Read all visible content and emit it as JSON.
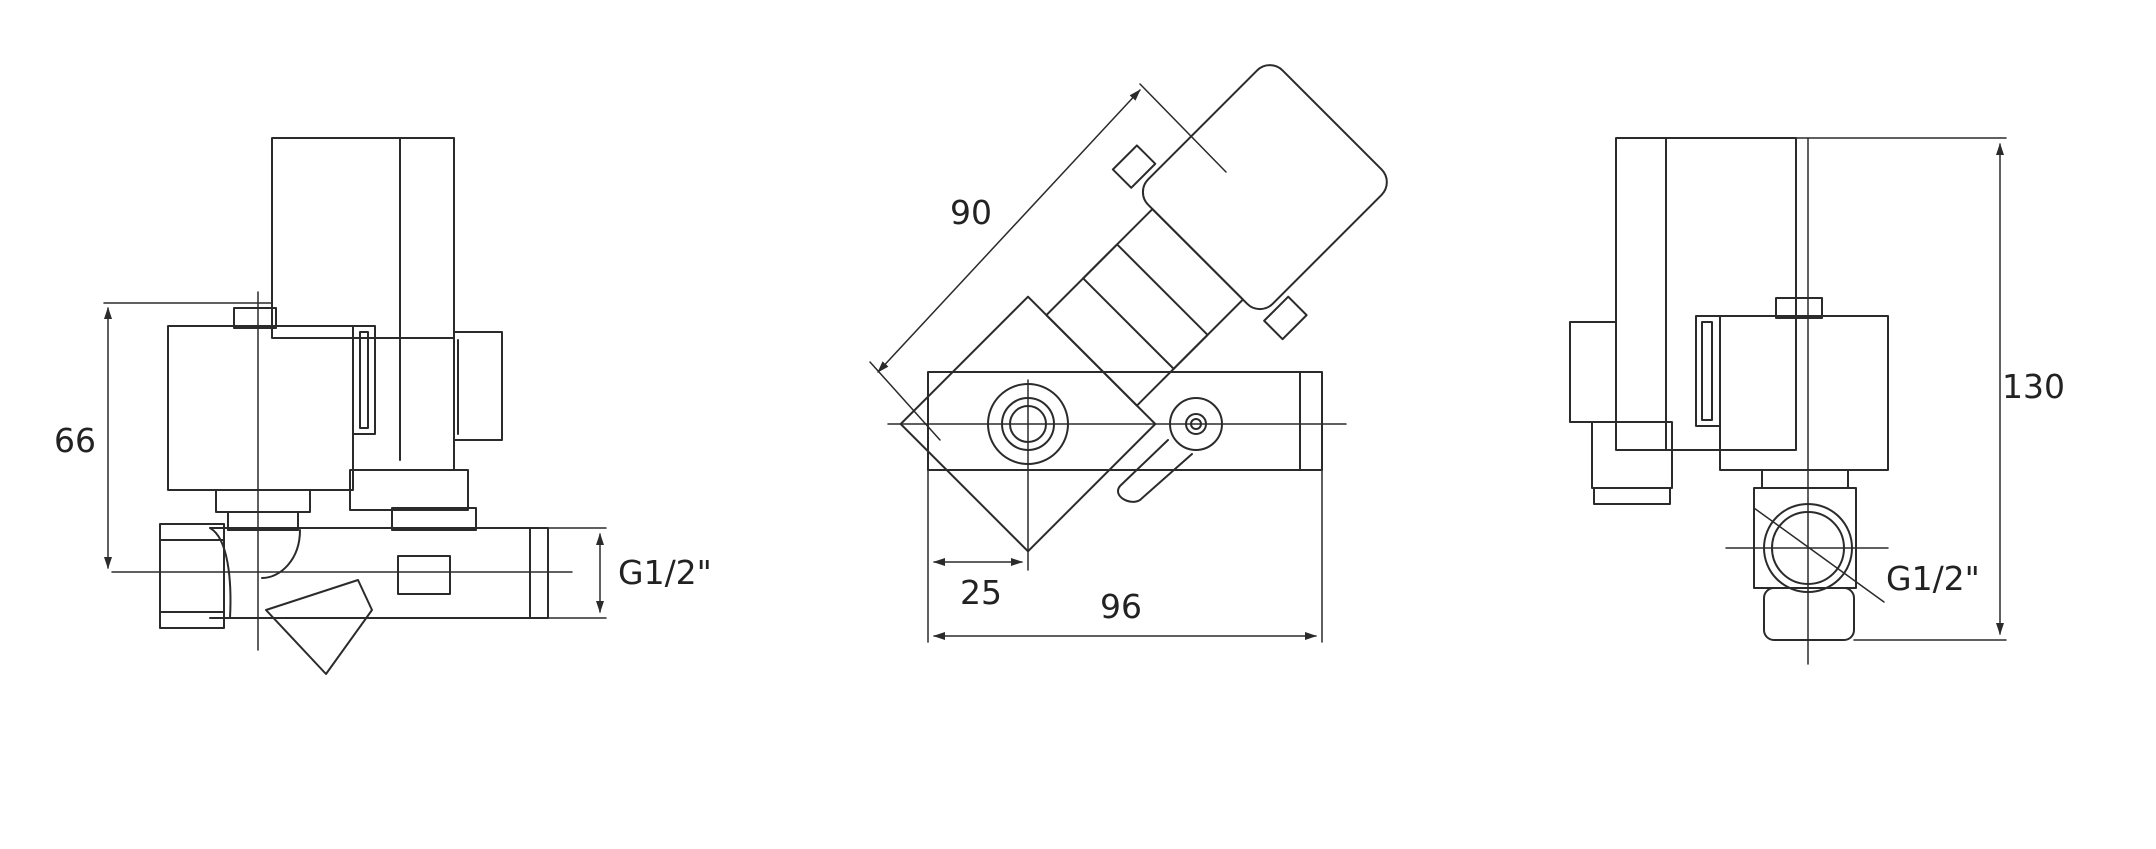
{
  "drawing": {
    "line_color": "#2b2b2b",
    "background": "#ffffff"
  },
  "views": {
    "left_view": {
      "dimension_height": "66",
      "thread_label": "G1/2\""
    },
    "middle_view": {
      "dimension_diagonal": "90",
      "dimension_offset": "25",
      "dimension_length": "96"
    },
    "right_view": {
      "dimension_height": "130",
      "thread_label": "G1/2\""
    }
  }
}
